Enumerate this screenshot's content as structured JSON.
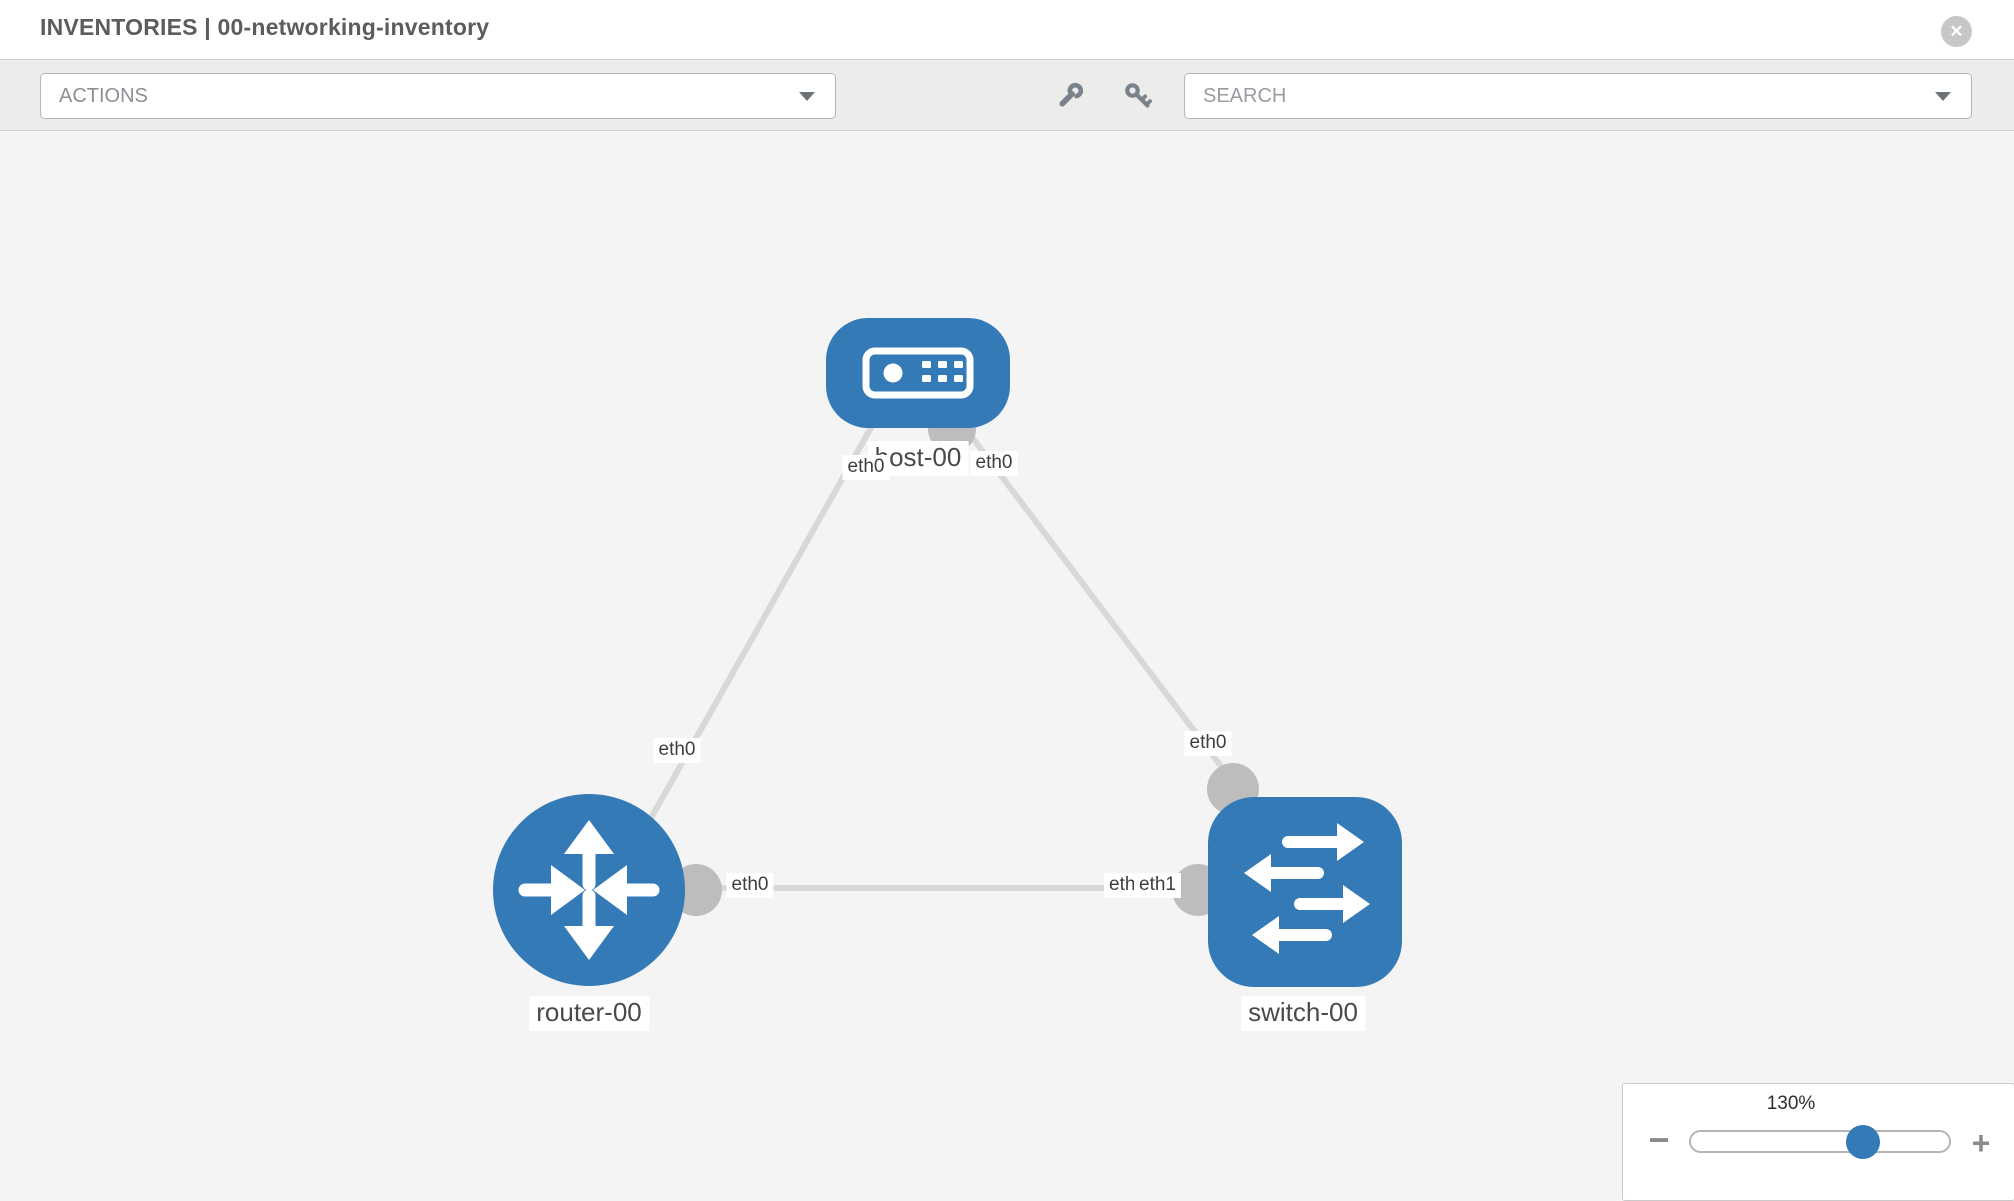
{
  "window": {
    "title": "INVENTORIES | 00-networking-inventory",
    "close_glyph": "✕"
  },
  "toolbar": {
    "actions_label": "ACTIONS",
    "search_placeholder": "SEARCH",
    "icons": [
      "wrench-icon",
      "key-icon"
    ]
  },
  "graph": {
    "nodes": [
      {
        "id": "host-00",
        "type": "host",
        "label": "host-00"
      },
      {
        "id": "router-00",
        "type": "router",
        "label": "router-00"
      },
      {
        "id": "switch-00",
        "type": "switch",
        "label": "switch-00"
      }
    ],
    "links": [
      {
        "source": "host-00",
        "source_interface": "eth0",
        "target": "router-00",
        "target_interface": "eth0"
      },
      {
        "source": "host-00",
        "source_interface": "eth0",
        "target": "switch-00",
        "target_interface": "eth0"
      },
      {
        "source": "router-00",
        "source_interface": "eth0",
        "target": "switch-00",
        "target_interface": "eth1"
      }
    ],
    "interface_labels": {
      "host_left": "eth0",
      "host_right": "eth0",
      "router_top": "eth0",
      "router_right": "eth0",
      "switch_top": "eth0",
      "switch_left_behind": "eth0",
      "switch_left_front": "eth1"
    }
  },
  "zoom_control": {
    "value": "130%",
    "minus_glyph": "−",
    "plus_glyph": "+"
  },
  "colors": {
    "node_fill": "#337ab7",
    "edge": "#d8d8d8",
    "interface_dot": "#bdbdbd",
    "accent_blue": "#337ab7",
    "toolbar_bg": "#ececeb",
    "canvas_bg": "#f4f4f4"
  }
}
